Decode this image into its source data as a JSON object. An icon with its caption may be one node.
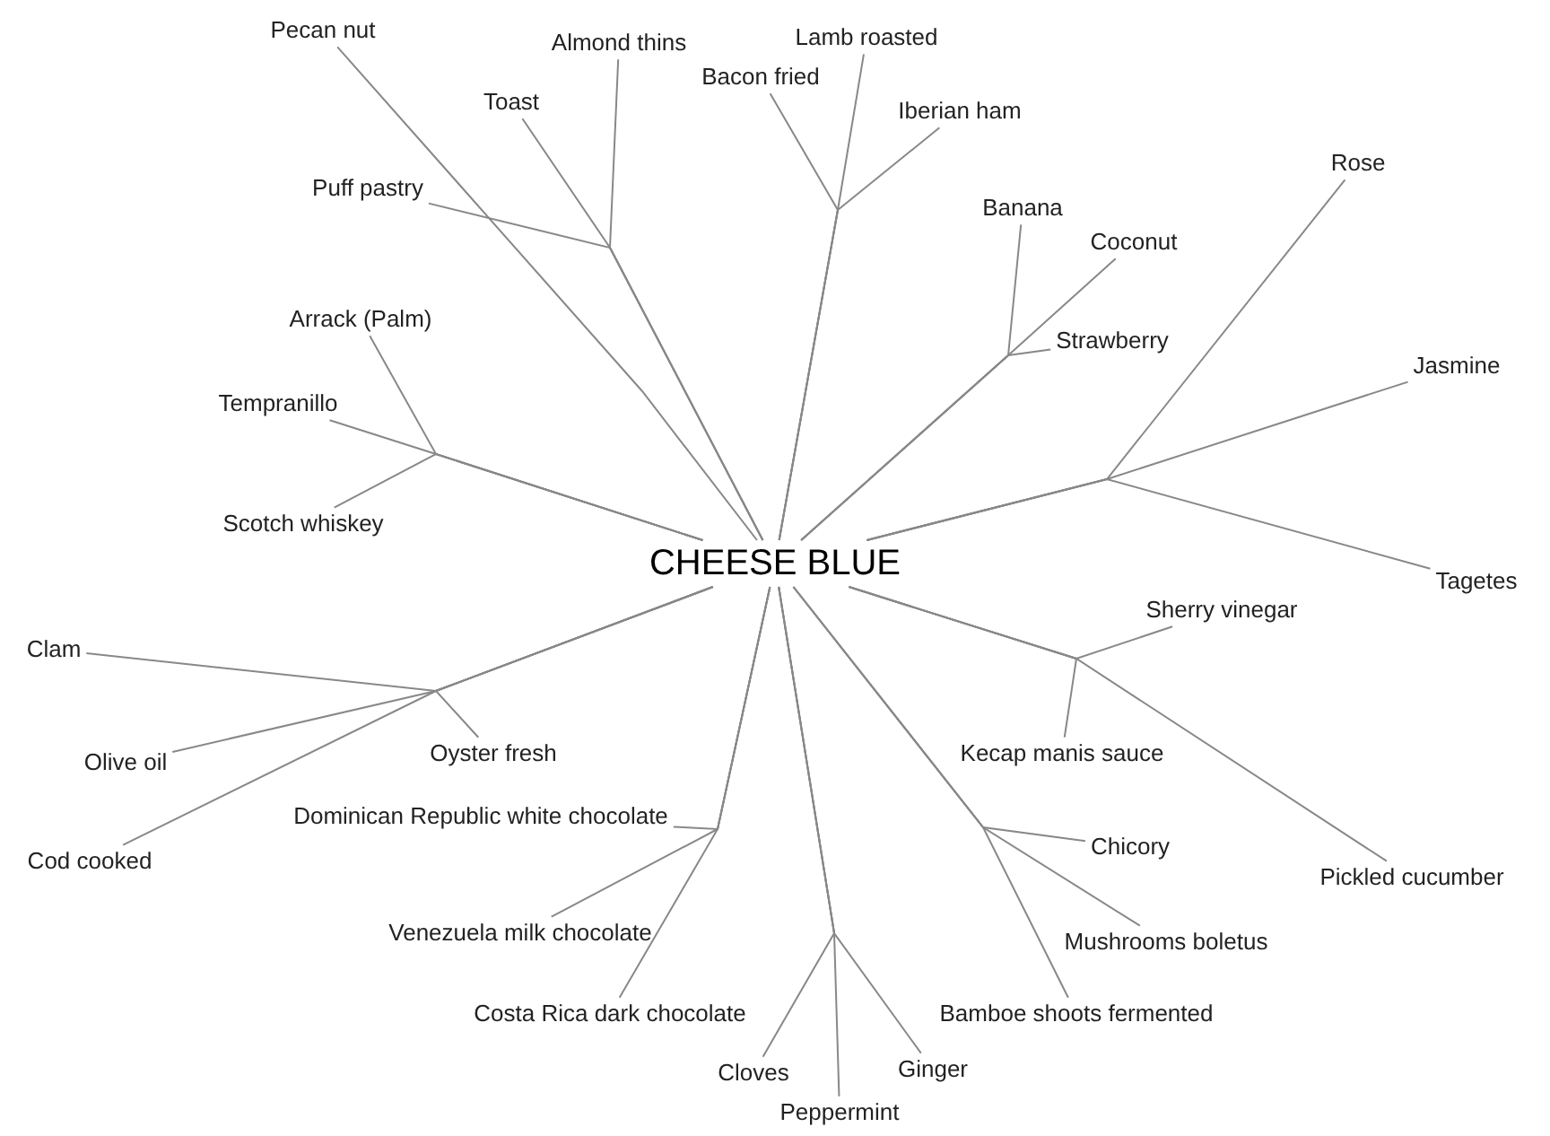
{
  "diagram": {
    "nodes": [
      {
        "text": [
          "CHEESE BLUE"
        ]
      },
      {
        "text": [
          "Pecan nut"
        ]
      },
      {
        "text": [
          "Almond thins"
        ]
      },
      {
        "text": [
          "Toast"
        ]
      },
      {
        "text": [
          "Puff pastry"
        ]
      },
      {
        "text": [
          "Lamb roasted"
        ]
      },
      {
        "text": [
          "Bacon fried"
        ]
      },
      {
        "text": [
          "Iberian ham"
        ]
      },
      {
        "text": [
          "Rose"
        ]
      },
      {
        "text": [
          "Banana"
        ]
      },
      {
        "text": [
          "Coconut"
        ]
      },
      {
        "text": [
          "Arrack (Palm)"
        ]
      },
      {
        "text": [
          "Strawberry"
        ]
      },
      {
        "text": [
          "Jasmine"
        ]
      },
      {
        "text": [
          "Tempranillo"
        ]
      },
      {
        "text": [
          "Scotch whiskey"
        ]
      },
      {
        "text": [
          "Tagetes"
        ]
      },
      {
        "text": [
          "Sherry vinegar"
        ]
      },
      {
        "text": [
          "Clam"
        ]
      },
      {
        "text": [
          "Oyster fresh"
        ]
      },
      {
        "text": [
          "Kecap manis sauce"
        ]
      },
      {
        "text": [
          "Olive oil"
        ]
      },
      {
        "text": [
          "Dominican Republic white chocolate"
        ]
      },
      {
        "text": [
          "Chicory"
        ]
      },
      {
        "text": [
          "Cod cooked"
        ]
      },
      {
        "text": [
          "Pickled cucumber"
        ]
      },
      {
        "text": [
          "Venezuela milk chocolate"
        ]
      },
      {
        "text": [
          "Mushrooms boletus"
        ]
      },
      {
        "text": [
          "Costa Rica dark chocolate"
        ]
      },
      {
        "text": [
          "Bamboe shoots fermented"
        ]
      },
      {
        "text": [
          "Cloves"
        ]
      },
      {
        "text": [
          "Ginger"
        ]
      },
      {
        "text": [
          "Peppermint"
        ]
      }
    ],
    "edges": [
      {
        "from": 0,
        "to": 1,
        "arrow": "none"
      },
      {
        "from": 0,
        "to": 2,
        "arrow": "none"
      },
      {
        "from": 0,
        "to": 3,
        "arrow": "none"
      },
      {
        "from": 0,
        "to": 4,
        "arrow": "none"
      },
      {
        "from": 0,
        "to": 5,
        "arrow": "none"
      },
      {
        "from": 0,
        "to": 6,
        "arrow": "none"
      },
      {
        "from": 0,
        "to": 7,
        "arrow": "none"
      },
      {
        "from": 0,
        "to": 8,
        "arrow": "none"
      },
      {
        "from": 0,
        "to": 9,
        "arrow": "none"
      },
      {
        "from": 0,
        "to": 10,
        "arrow": "none"
      },
      {
        "from": 0,
        "to": 11,
        "arrow": "none"
      },
      {
        "from": 0,
        "to": 12,
        "arrow": "none"
      },
      {
        "from": 0,
        "to": 13,
        "arrow": "none"
      },
      {
        "from": 0,
        "to": 14,
        "arrow": "none"
      },
      {
        "from": 0,
        "to": 15,
        "arrow": "none"
      },
      {
        "from": 0,
        "to": 16,
        "arrow": "none"
      },
      {
        "from": 0,
        "to": 17,
        "arrow": "none"
      },
      {
        "from": 0,
        "to": 18,
        "arrow": "none"
      },
      {
        "from": 0,
        "to": 19,
        "arrow": "none"
      },
      {
        "from": 0,
        "to": 20,
        "arrow": "none"
      },
      {
        "from": 0,
        "to": 21,
        "arrow": "none"
      },
      {
        "from": 0,
        "to": 22,
        "arrow": "none"
      },
      {
        "from": 0,
        "to": 23,
        "arrow": "none"
      },
      {
        "from": 0,
        "to": 24,
        "arrow": "none"
      },
      {
        "from": 0,
        "to": 25,
        "arrow": "none"
      },
      {
        "from": 0,
        "to": 26,
        "arrow": "none"
      },
      {
        "from": 0,
        "to": 27,
        "arrow": "none"
      },
      {
        "from": 0,
        "to": 28,
        "arrow": "none"
      },
      {
        "from": 0,
        "to": 29,
        "arrow": "none"
      },
      {
        "from": 0,
        "to": 30,
        "arrow": "none"
      },
      {
        "from": 0,
        "to": 31,
        "arrow": "none"
      },
      {
        "from": 0,
        "to": 32,
        "arrow": "none"
      }
    ]
  }
}
